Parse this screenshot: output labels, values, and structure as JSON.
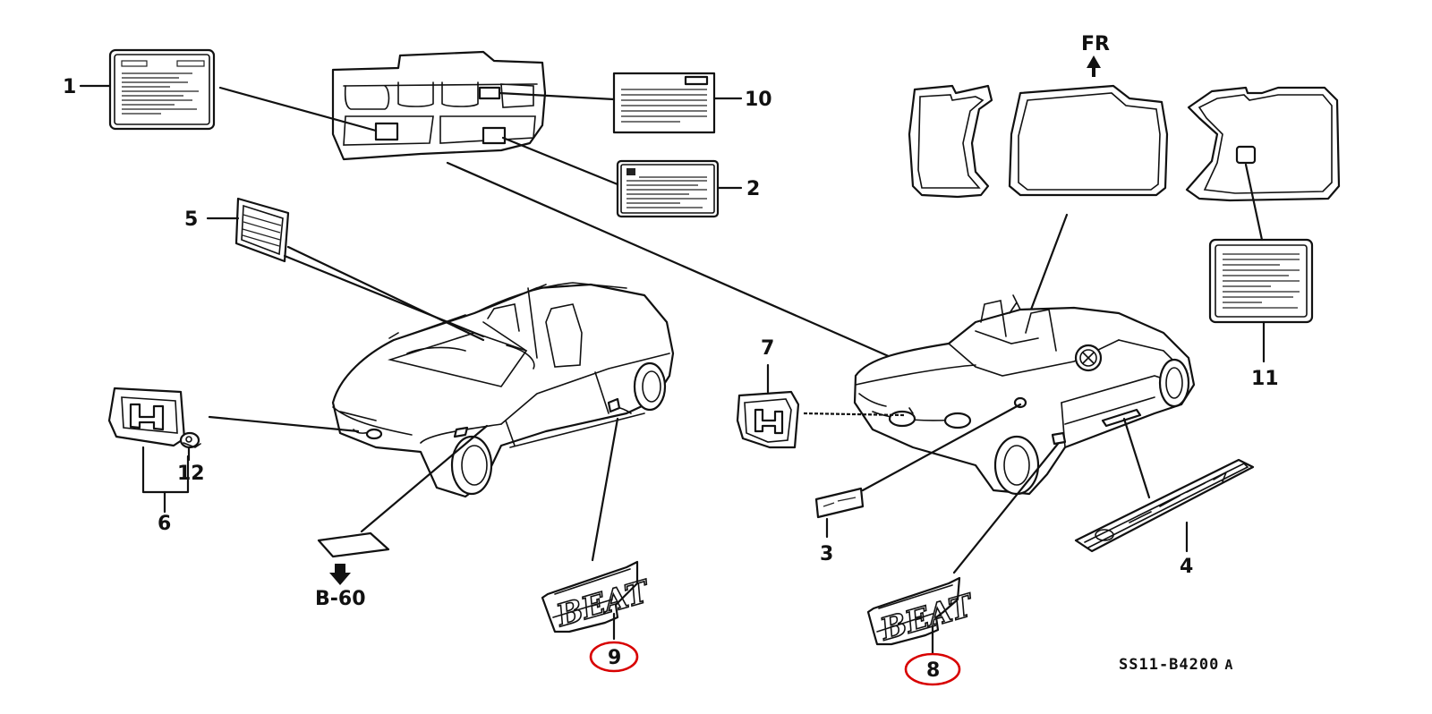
{
  "diagram": {
    "callouts": {
      "c1": "1",
      "c2": "2",
      "c3": "3",
      "c4": "4",
      "c5": "5",
      "c6": "6",
      "c7": "7",
      "c8": "8",
      "c9": "9",
      "c10": "10",
      "c11": "11",
      "c12": "12"
    },
    "direction_label": "FR",
    "reference": "B-60",
    "part_code": "SS11-B4200",
    "part_code_suffix": "A",
    "emblem_text": "BEAT",
    "highlight_color": "#d80000",
    "line_color": "#111111"
  }
}
